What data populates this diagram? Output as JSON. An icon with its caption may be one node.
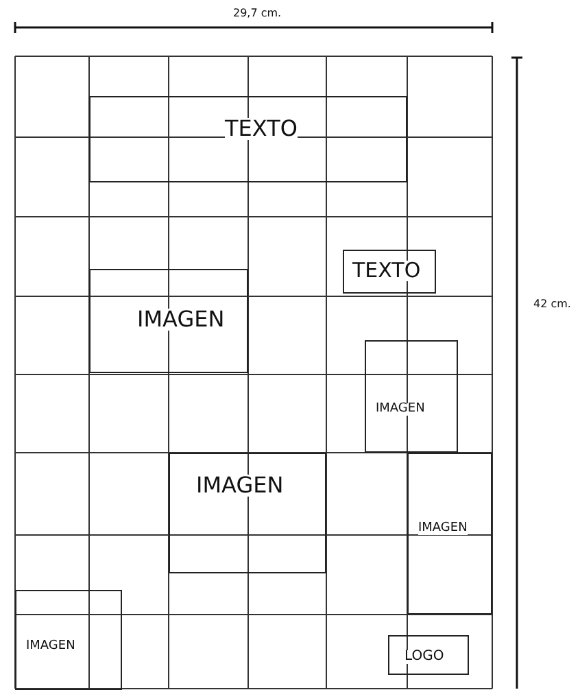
{
  "diagram": {
    "nodes": [
      {
        "text": [
          "TEXTO"
        ]
      },
      {
        "text": [
          "TEXTO"
        ]
      },
      {
        "text": [
          "IMAGEN"
        ]
      },
      {
        "text": [
          "IMAGEN"
        ]
      },
      {
        "text": [
          "IMAGEN"
        ]
      },
      {
        "text": [
          "IMAGEN"
        ]
      },
      {
        "text": [
          "IMAGEN"
        ]
      },
      {
        "text": [
          "LOGO"
        ]
      }
    ],
    "edges": [],
    "labels": [
      "29,7 cm.",
      "42 cm."
    ]
  }
}
